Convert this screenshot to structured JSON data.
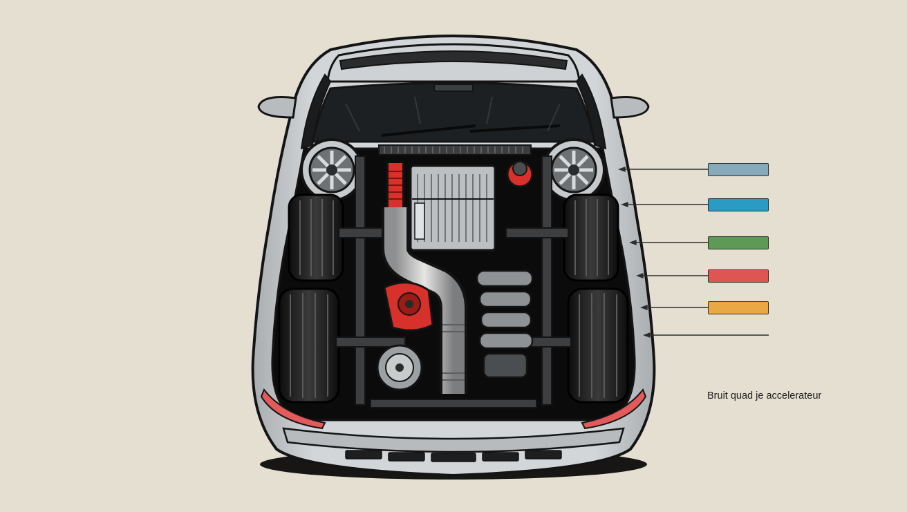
{
  "diagram": {
    "subject": "car-cutaway-top-view",
    "caption": "Bruit quad je accelerateur",
    "legend_swatches": [
      {
        "name": "steel-blue",
        "color": "#86a9bb"
      },
      {
        "name": "cyan-blue",
        "color": "#2a9cc4"
      },
      {
        "name": "green",
        "color": "#5e9a55"
      },
      {
        "name": "red",
        "color": "#de5552"
      },
      {
        "name": "orange",
        "color": "#eaa845"
      },
      {
        "name": "none",
        "color": ""
      }
    ]
  },
  "colors": {
    "background": "#e5dfd2",
    "body": "#c7cacc",
    "body_dark": "#9ea3a6",
    "outline": "#141414",
    "cavity": "#0b0b0b",
    "accent_red": "#d8312b",
    "taillight": "#e25a5a"
  }
}
